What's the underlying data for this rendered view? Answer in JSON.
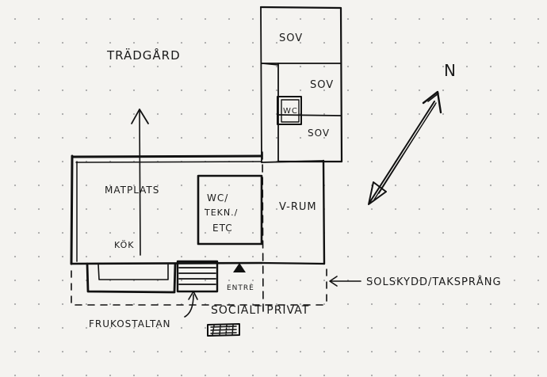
{
  "labels": {
    "tradgard": "TRÄDGÅRD",
    "sov1": "SOV",
    "sov2": "SOV",
    "sov3": "SOV",
    "wc_small": "WC",
    "matplats": "MATPLATS",
    "wc_tech_1": "WC/",
    "wc_tech_2": "TEKN./",
    "wc_tech_3": "ETC",
    "vrum": "V-RUM",
    "kok": "KÖK",
    "entre": "ENTRÈ",
    "socialt_privat": "SOCIALT PRIVAT",
    "solskydd": "SOLSKYDD/TAKSPRÅNG",
    "frukostaltan": "FRUKOSTALTAN",
    "north": "N"
  }
}
